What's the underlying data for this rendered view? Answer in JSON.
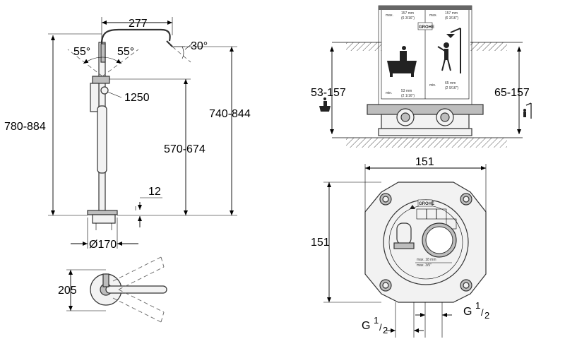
{
  "dimensions": {
    "spout_reach": "277",
    "angle_left": "55°",
    "angle_right": "55°",
    "spout_angle": "30°",
    "hose_length": "1250",
    "total_height": "780-884",
    "handle_height": "570-674",
    "spout_height": "740-844",
    "base_thickness": "12",
    "base_diameter": "Ø170",
    "plan_depth": "205",
    "box_height_bath": "53-157",
    "box_height_shower": "65-157",
    "box_width": "151",
    "box_height": "151",
    "connection_left_base": "G",
    "connection_left_frac_top": "1",
    "connection_left_frac_bottom": "2",
    "connection_right_base": "G",
    "connection_right_frac_top": "1",
    "connection_right_frac_bottom": "2"
  },
  "box_labels": {
    "brand": "GROHE",
    "left_max": "max.",
    "left_max_val": "157 mm",
    "left_max_in": "(6 3/16\")",
    "left_min": "min.",
    "left_min_val": "53 mm",
    "left_min_in": "(2 1/16\")",
    "right_max": "max.",
    "right_max_val": "157 mm",
    "right_max_in": "(6 3/16\")",
    "right_min": "min.",
    "right_min_val": "65 mm",
    "right_min_in": "(2 9/16\")",
    "plan_max_a": "max. 18 mm",
    "plan_max_b": "max. 3/5\""
  },
  "icons": [
    "bathtub-icon",
    "shower-icon",
    "arrow-icon"
  ]
}
